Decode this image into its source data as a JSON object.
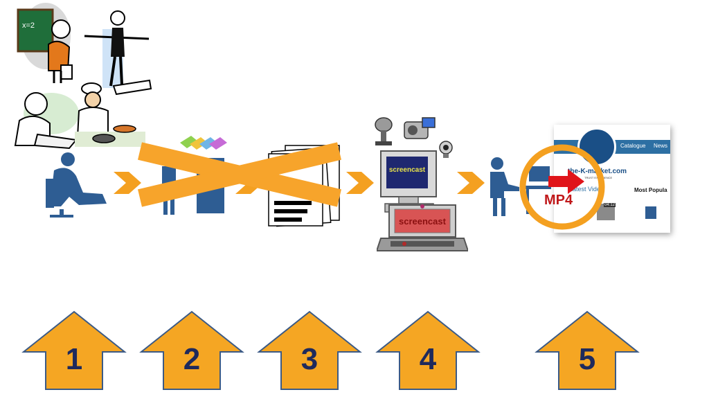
{
  "screens": {
    "monitor_label": "screencast",
    "laptop_label": "screencast"
  },
  "website": {
    "nav_catalogue": "Catalogue",
    "nav_news": "News",
    "site_name": "the-K-market.com",
    "tagline": "TRUST EXPERIENCE",
    "tab_latest": "Latest Video",
    "tab_popular": "Most Popula",
    "thumb_duration": "04:12"
  },
  "format_label": "MP4",
  "steps": [
    {
      "number": "1"
    },
    {
      "number": "2"
    },
    {
      "number": "3"
    },
    {
      "number": "4"
    },
    {
      "number": "5"
    }
  ],
  "colors": {
    "accent_orange": "#f4a020",
    "cross_orange": "#f7a42b",
    "person_blue": "#2e5d93",
    "step_text": "#1f2a5c",
    "mp4_red": "#c0181a"
  }
}
